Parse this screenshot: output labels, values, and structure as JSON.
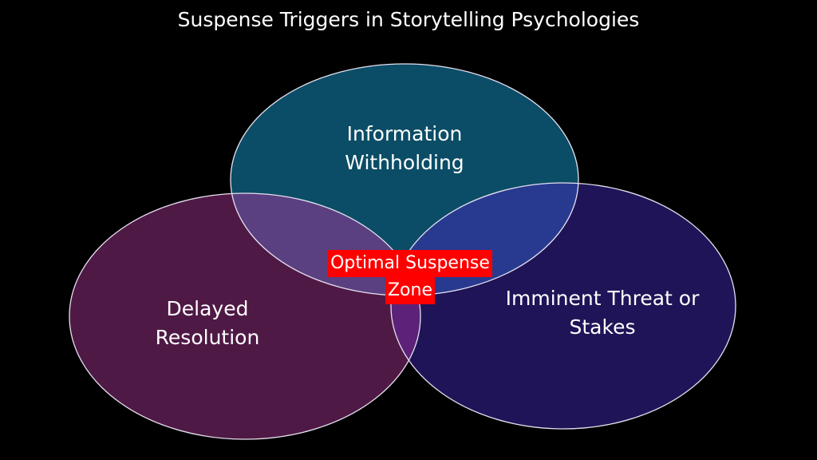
{
  "title": "Suspense Triggers in Storytelling Psychologies",
  "circles": [
    {
      "label_line1": "Information",
      "label_line2": "Withholding",
      "color": "#0b4d66"
    },
    {
      "label_line1": "Delayed",
      "label_line2": "Resolution",
      "color": "#4f1945"
    },
    {
      "label_line1": "Imminent Threat or",
      "label_line2": "Stakes",
      "color": "#1f1457"
    }
  ],
  "overlaps": {
    "top_left": "#5a4080",
    "top_right": "#283a90",
    "left_right": "#5c2279"
  },
  "center": {
    "line1": "Optimal Suspense",
    "line2": "Zone",
    "color": "#ff0000"
  }
}
